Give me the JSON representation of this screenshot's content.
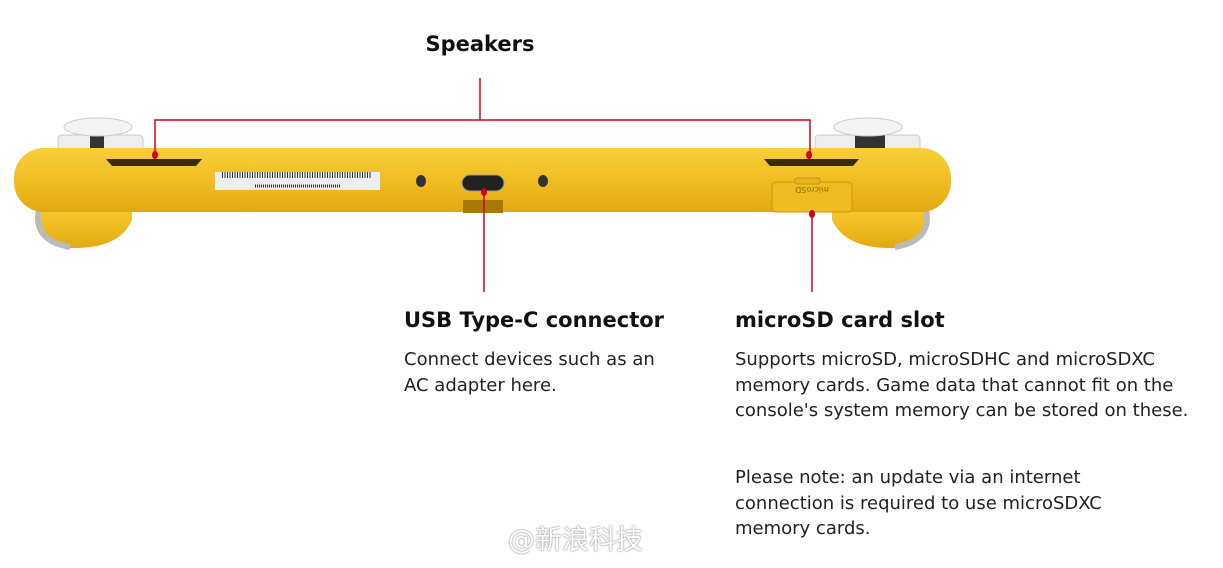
{
  "callouts": {
    "speakers": {
      "title": "Speakers"
    },
    "usb": {
      "title": "USB Type-C connector",
      "description": "Connect devices such as an AC adapter here."
    },
    "microsd": {
      "title": "microSD card slot",
      "description": "Supports microSD, microSDHC and microSDXC memory cards. Game data that cannot fit on the console's system memory can be stored on these.",
      "note": "Please note: an update via an internet connection is required to use microSDXC memory cards.",
      "cover_label": "microSD"
    }
  },
  "watermark": "@新浪科技",
  "colors": {
    "console": "#f2c024",
    "leader_line": "#d0021b"
  }
}
